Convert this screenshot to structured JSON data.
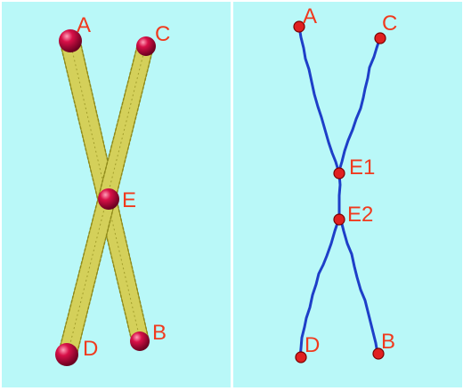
{
  "colors": {
    "background": "#B9F8F8",
    "page": "#FFFFFF",
    "strand_fill": "#D4D05A",
    "strand_edge": "#8F8A1A",
    "chain": "#1E3FC8",
    "atom": "#D81048",
    "atom_small": "#E02020",
    "label": "#F03A1E"
  },
  "left_panel": {
    "labels": {
      "a": "A",
      "b": "B",
      "c": "C",
      "d": "D",
      "e": "E"
    }
  },
  "right_panel": {
    "labels": {
      "a": "A",
      "b": "B",
      "c": "C",
      "d": "D",
      "e1": "E1",
      "e2": "E2"
    }
  }
}
